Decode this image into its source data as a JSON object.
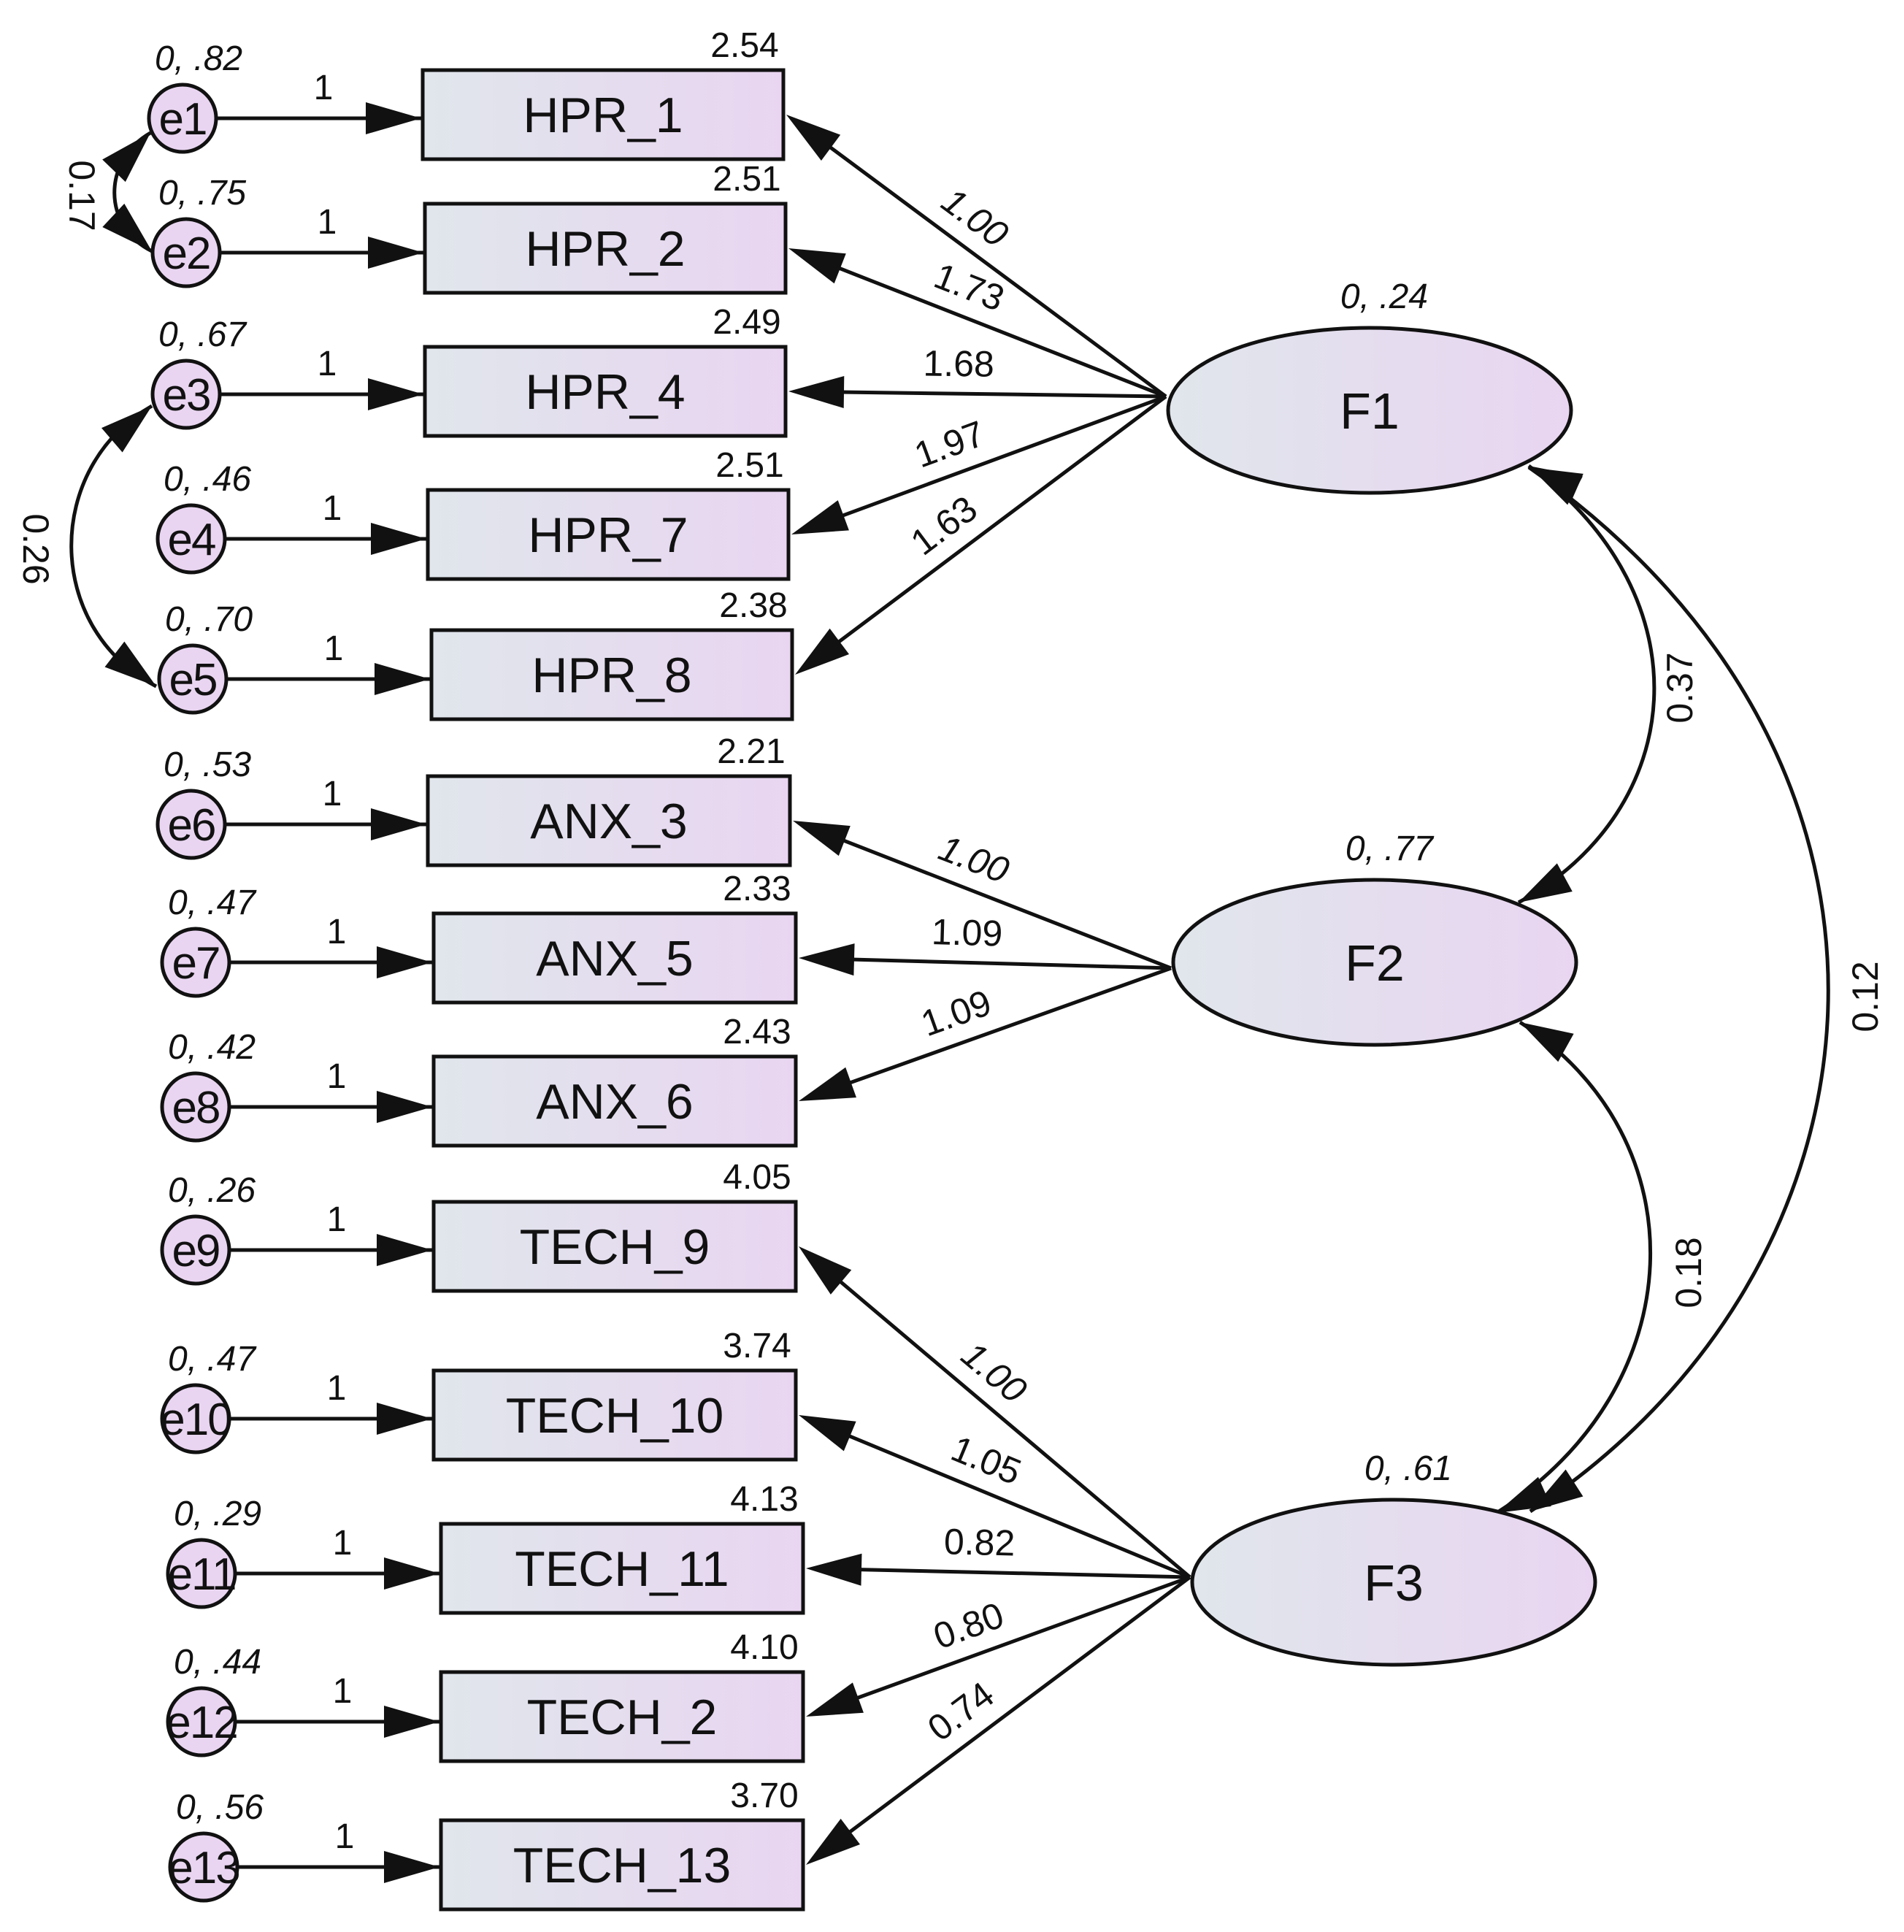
{
  "colors": {
    "gradient_start": "#e0e6ec",
    "gradient_end": "#e9d5f1",
    "stroke": "#111111",
    "text": "#111111"
  },
  "observed": [
    {
      "id": "HPR_1",
      "label": "HPR_1",
      "intercept": "2.54"
    },
    {
      "id": "HPR_2",
      "label": "HPR_2",
      "intercept": "2.51"
    },
    {
      "id": "HPR_4",
      "label": "HPR_4",
      "intercept": "2.49"
    },
    {
      "id": "HPR_7",
      "label": "HPR_7",
      "intercept": "2.51"
    },
    {
      "id": "HPR_8",
      "label": "HPR_8",
      "intercept": "2.38"
    },
    {
      "id": "ANX_3",
      "label": "ANX_3",
      "intercept": "2.21"
    },
    {
      "id": "ANX_5",
      "label": "ANX_5",
      "intercept": "2.33"
    },
    {
      "id": "ANX_6",
      "label": "ANX_6",
      "intercept": "2.43"
    },
    {
      "id": "TECH_9",
      "label": "TECH_9",
      "intercept": "4.05"
    },
    {
      "id": "TECH_10",
      "label": "TECH_10",
      "intercept": "3.74"
    },
    {
      "id": "TECH_11",
      "label": "TECH_11",
      "intercept": "4.13"
    },
    {
      "id": "TECH_2",
      "label": "TECH_2",
      "intercept": "4.10"
    },
    {
      "id": "TECH_13",
      "label": "TECH_13",
      "intercept": "3.70"
    }
  ],
  "errors": [
    {
      "id": "e1",
      "label": "e1",
      "moments": "0, .82",
      "weight": "1"
    },
    {
      "id": "e2",
      "label": "e2",
      "moments": "0, .75",
      "weight": "1"
    },
    {
      "id": "e3",
      "label": "e3",
      "moments": "0, .67",
      "weight": "1"
    },
    {
      "id": "e4",
      "label": "e4",
      "moments": "0, .46",
      "weight": "1"
    },
    {
      "id": "e5",
      "label": "e5",
      "moments": "0, .70",
      "weight": "1"
    },
    {
      "id": "e6",
      "label": "e6",
      "moments": "0, .53",
      "weight": "1"
    },
    {
      "id": "e7",
      "label": "e7",
      "moments": "0, .47",
      "weight": "1"
    },
    {
      "id": "e8",
      "label": "e8",
      "moments": "0, .42",
      "weight": "1"
    },
    {
      "id": "e9",
      "label": "e9",
      "moments": "0, .26",
      "weight": "1"
    },
    {
      "id": "e10",
      "label": "e10",
      "moments": "0, .47",
      "weight": "1"
    },
    {
      "id": "e11",
      "label": "e11",
      "moments": "0, .29",
      "weight": "1"
    },
    {
      "id": "e12",
      "label": "e12",
      "moments": "0, .44",
      "weight": "1"
    },
    {
      "id": "e13",
      "label": "e13",
      "moments": "0, .56",
      "weight": "1"
    }
  ],
  "latents": [
    {
      "id": "F1",
      "label": "F1",
      "moments": "0, .24"
    },
    {
      "id": "F2",
      "label": "F2",
      "moments": "0, .77"
    },
    {
      "id": "F3",
      "label": "F3",
      "moments": "0, .61"
    }
  ],
  "loadings": [
    {
      "from": "F1",
      "to": "HPR_1",
      "value": "1.00",
      "italic": true
    },
    {
      "from": "F1",
      "to": "HPR_2",
      "value": "1.73"
    },
    {
      "from": "F1",
      "to": "HPR_4",
      "value": "1.68"
    },
    {
      "from": "F1",
      "to": "HPR_7",
      "value": "1.97"
    },
    {
      "from": "F1",
      "to": "HPR_8",
      "value": "1.63"
    },
    {
      "from": "F2",
      "to": "ANX_3",
      "value": "1.00",
      "italic": true
    },
    {
      "from": "F2",
      "to": "ANX_5",
      "value": "1.09"
    },
    {
      "from": "F2",
      "to": "ANX_6",
      "value": "1.09"
    },
    {
      "from": "F3",
      "to": "TECH_9",
      "value": "1.00",
      "italic": true
    },
    {
      "from": "F3",
      "to": "TECH_10",
      "value": "1.05"
    },
    {
      "from": "F3",
      "to": "TECH_11",
      "value": "0.82"
    },
    {
      "from": "F3",
      "to": "TECH_2",
      "value": "0.80"
    },
    {
      "from": "F3",
      "to": "TECH_13",
      "value": "0.74"
    }
  ],
  "covariances": [
    {
      "a": "e1",
      "b": "e2",
      "value": "0.17"
    },
    {
      "a": "e3",
      "b": "e5",
      "value": "0.26"
    },
    {
      "a": "F1",
      "b": "F2",
      "value": "0.37"
    },
    {
      "a": "F2",
      "b": "F3",
      "value": "0.18"
    },
    {
      "a": "F1",
      "b": "F3",
      "value": "0.12"
    }
  ]
}
